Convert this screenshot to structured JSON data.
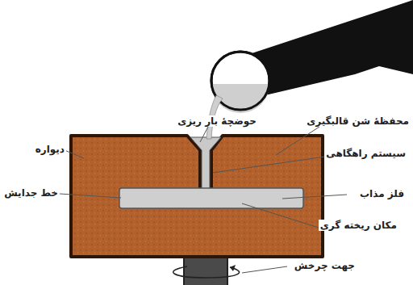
{
  "diagram": {
    "labels": [
      "حوضچهٔ بار ریزی",
      "محفظهٔ شن قالبگیری",
      "دیواره",
      "سیستم راهگاهی",
      "خط جدایش",
      "فلز مذاب",
      "مکان ریخته گری",
      "جهت چرخش"
    ]
  }
}
